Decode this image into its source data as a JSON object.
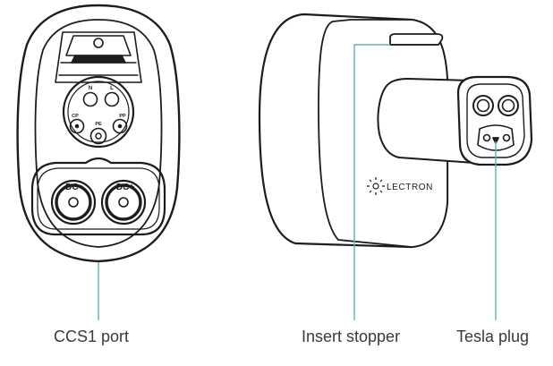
{
  "captions": {
    "ccs1_port": "CCS1 port",
    "insert_stopper": "Insert stopper",
    "tesla_plug": "Tesla plug"
  },
  "ccs1_pins": {
    "n": "N",
    "l": "L",
    "cp": "CP",
    "pe": "PE",
    "pp": "PP",
    "dc_minus": "DC-",
    "dc_plus": "DC+"
  },
  "brand": {
    "name": "LECTRON"
  },
  "colors": {
    "outline": "#1c1c1c",
    "leader_line": "#5fb3b0",
    "caption_text": "#3a3a3a",
    "background": "#ffffff"
  }
}
